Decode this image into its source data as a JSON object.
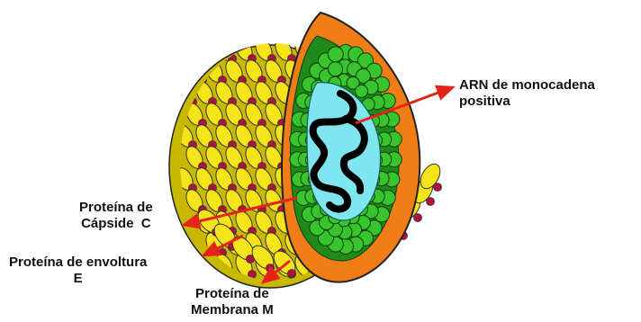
{
  "labels": {
    "rna": [
      "ARN de monocadena",
      "positiva"
    ],
    "capsid": [
      "Proteína de",
      "Cápside  C"
    ],
    "envelope": [
      "Proteína de envoltura",
      "E"
    ],
    "membrane": [
      "Proteína de",
      "Membrana M"
    ]
  },
  "colors": {
    "arrow": "#e5231b",
    "envelope_protein": "#f5e41a",
    "membrane_protein_dot": "#b0123f",
    "capsid_shell": "#f07d15",
    "capsid_protein": "#37c42d",
    "core": "#7fe6f0",
    "rna": "#000000"
  }
}
